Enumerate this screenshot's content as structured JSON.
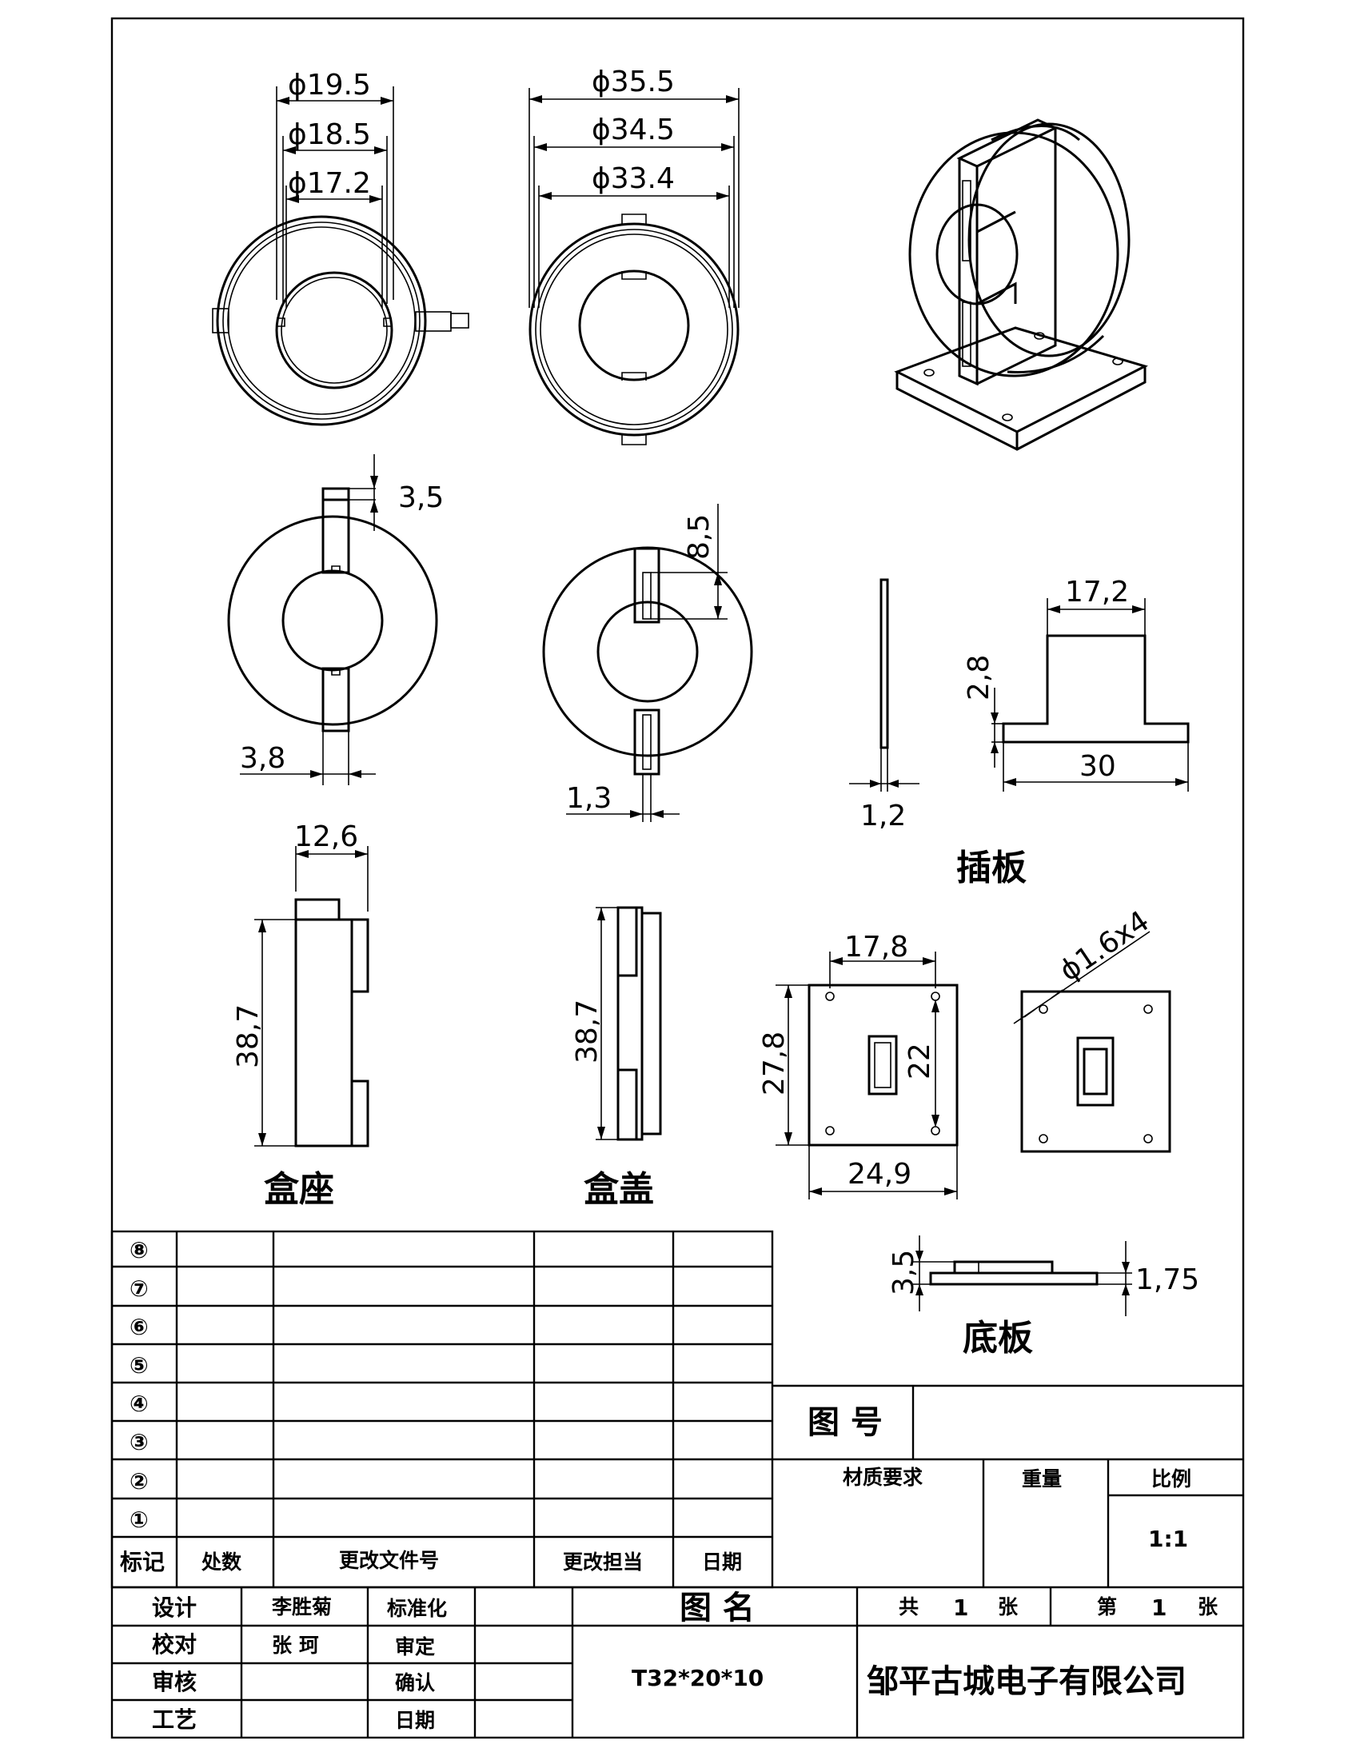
{
  "views": {
    "top_left": {
      "d1": "ϕ19.5",
      "d2": "ϕ18.5",
      "d3": "ϕ17.2"
    },
    "top_middle": {
      "d1": "ϕ35.5",
      "d2": "ϕ34.5",
      "d3": "ϕ33.4"
    },
    "base_ring": {
      "tab_height": "3,5",
      "slot_width": "3,8"
    },
    "cover_ring": {
      "slot_depth": "8,5",
      "slot_width": "1,3"
    },
    "insert_plate": {
      "thickness": "1,2",
      "top_width": "17,2",
      "height": "2,8",
      "base_width": "30",
      "title": "插板"
    },
    "base_side": {
      "width": "12,6",
      "height": "38,7",
      "title": "盒座"
    },
    "cover_side": {
      "height": "38,7",
      "title": "盒盖"
    },
    "bottom_plate": {
      "hole_spacing_x": "17,8",
      "hole_spacing_y": "22",
      "height": "27,8",
      "width": "24,9",
      "hole_spec": "ϕ1.6x4",
      "side_h1": "3,5",
      "side_h2": "1,75",
      "title": "底板"
    }
  },
  "revision_table": {
    "rows": [
      "⑧",
      "⑦",
      "⑥",
      "⑤",
      "④",
      "③",
      "②",
      "①"
    ],
    "headers": [
      "标记",
      "处数",
      "更改文件号",
      "更改担当",
      "日期"
    ]
  },
  "title_block": {
    "drawing_no_label": "图  号",
    "material_label": "材质要求",
    "weight_label": "重量",
    "scale_label": "比例",
    "scale_value": "1:1",
    "design_label": "设计",
    "designer": "李胜菊",
    "standard_label": "标准化",
    "check_label": "校对",
    "checker": "张  珂",
    "review_label": "审定",
    "audit_label": "审核",
    "confirm_label": "确认",
    "process_label": "工艺",
    "date_label": "日期",
    "name_label": "图  名",
    "total_prefix": "共",
    "total_sheets": "1",
    "sheet_unit": "张",
    "sheet_prefix": "第",
    "sheet_no": "1",
    "part_name": "T32*20*10",
    "company": "邹平古城电子有限公司"
  }
}
